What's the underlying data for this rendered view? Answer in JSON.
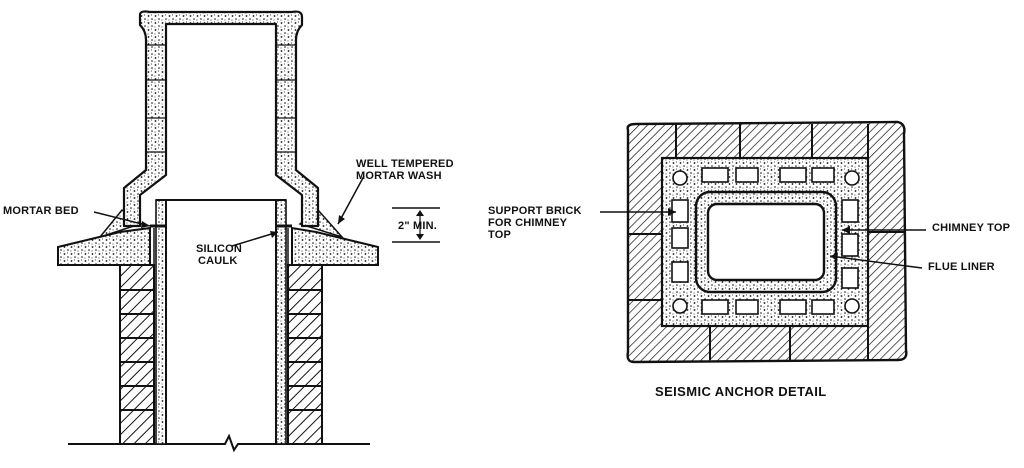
{
  "diagram": {
    "left_labels": {
      "well_tempered": "WELL TEMPERED",
      "mortar_wash": "MORTAR WASH",
      "mortar_bed": "MORTAR BED",
      "silicon": "SILICON",
      "caulk": "CAULK",
      "min_clearance": "2\" MIN."
    },
    "right_labels": {
      "support_brick_1": "SUPPORT BRICK",
      "support_brick_2": "FOR CHIMNEY",
      "support_brick_3": "TOP",
      "chimney_top": "CHIMNEY TOP",
      "flue_liner": "FLUE LINER"
    },
    "detail_title": "SEISMIC ANCHOR DETAIL"
  },
  "colors": {
    "ink": "#111111",
    "paper": "#ffffff"
  }
}
